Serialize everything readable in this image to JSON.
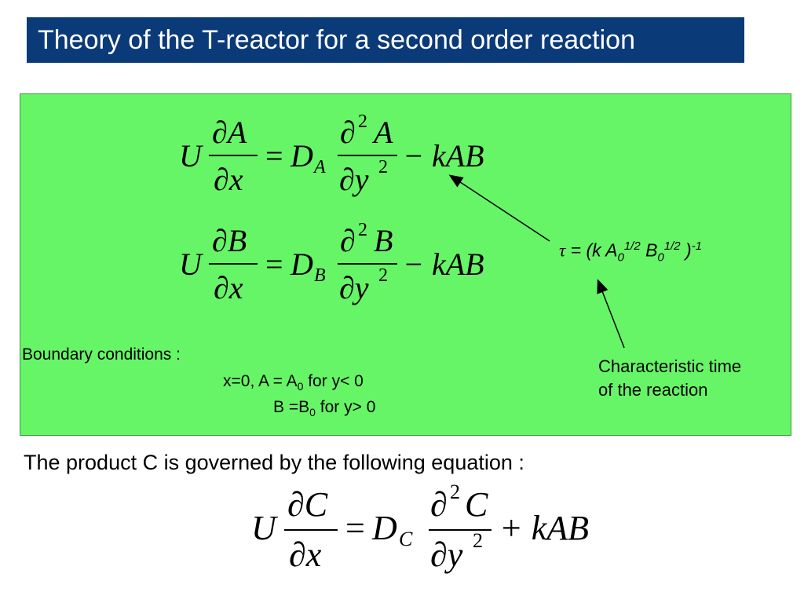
{
  "slide": {
    "title": "Theory of the T-reactor for a second order reaction"
  },
  "equation_a": {
    "U": "U",
    "partial_num": "∂A",
    "partial_den": "∂x",
    "eq": "=",
    "D": "D",
    "D_sub": "A",
    "partial2": "∂",
    "two": "2",
    "num_var": "A",
    "den": "∂y",
    "den_exp": "2",
    "rhs": "− kAB"
  },
  "equation_b": {
    "U": "U",
    "partial_num": "∂B",
    "partial_den": "∂x",
    "eq": "=",
    "D": "D",
    "D_sub": "B",
    "partial2": "∂",
    "two": "2",
    "num_var": "B",
    "den": "∂y",
    "den_exp": "2",
    "rhs": "− kAB"
  },
  "tau": {
    "symbol": "τ",
    "eq_text": " = (k A",
    "sub0a": "0",
    "exp_a": "1/2",
    "b_text": " B",
    "sub0b": "0",
    "exp_b": "1/2",
    "close": " )",
    "exp_end": "-1"
  },
  "boundary": {
    "label": "Boundary conditions :",
    "line1_a": "x=0, A = A",
    "line1_sub": "0",
    "line1_b": " for y< 0",
    "line2_a": "B =B",
    "line2_sub": "0",
    "line2_b": "  for y> 0"
  },
  "characteristic": {
    "line1": "Characteristic time",
    "line2": "of the reaction"
  },
  "product": {
    "text": "The product C is governed by the following equation :"
  },
  "equation_c": {
    "U": "U",
    "partial_num": "∂C",
    "partial_den": "∂x",
    "eq": "=",
    "D": "D",
    "D_sub": "C",
    "partial2": "∂",
    "two": "2",
    "num_var": "C",
    "den": "∂y",
    "den_exp": "2",
    "rhs": "+ kAB"
  },
  "colors": {
    "title_bg": "#0b3a78",
    "panel_bg": "#66f566"
  }
}
